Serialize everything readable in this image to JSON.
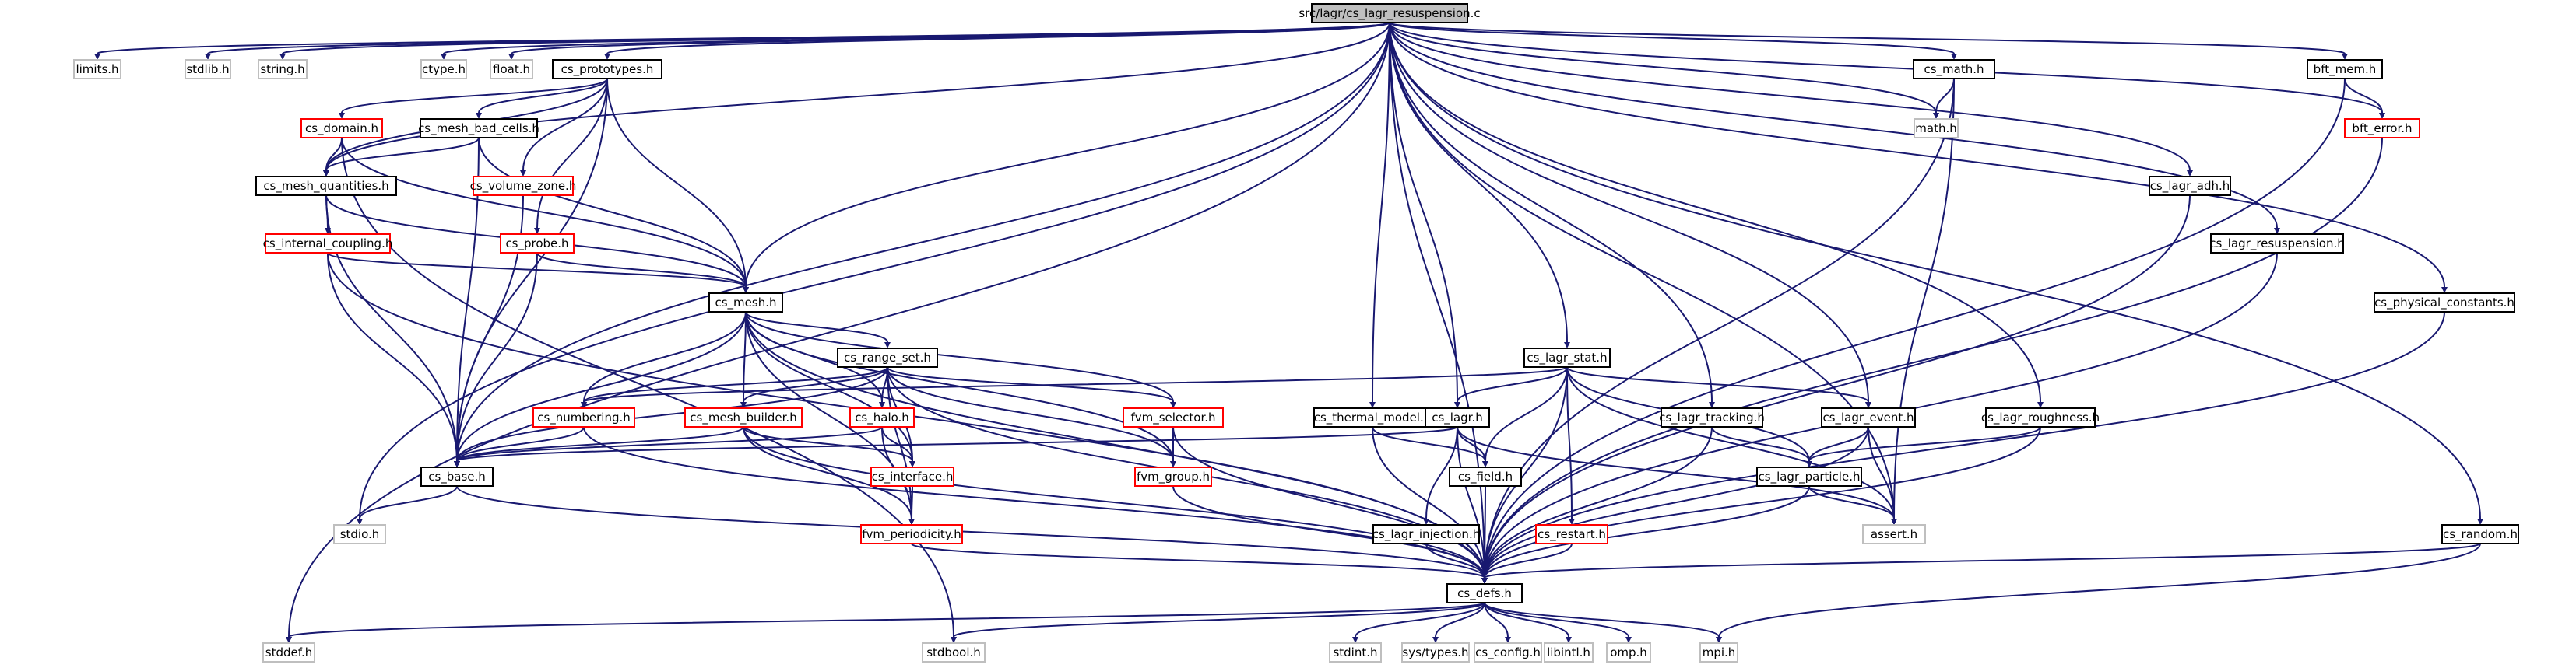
{
  "nodes": [
    {
      "id": "root",
      "label": "src/lagr/cs_lagr_resuspension.c",
      "style": "root"
    },
    {
      "id": "limits",
      "label": "limits.h",
      "style": "gray"
    },
    {
      "id": "stdlib",
      "label": "stdlib.h",
      "style": "gray"
    },
    {
      "id": "string",
      "label": "string.h",
      "style": "gray"
    },
    {
      "id": "ctype",
      "label": "ctype.h",
      "style": "gray"
    },
    {
      "id": "float",
      "label": "float.h",
      "style": "gray"
    },
    {
      "id": "prototypes",
      "label": "cs_prototypes.h",
      "style": "black"
    },
    {
      "id": "math",
      "label": "math.h",
      "style": "gray"
    },
    {
      "id": "csmath",
      "label": "cs_math.h",
      "style": "black"
    },
    {
      "id": "bftmem",
      "label": "bft_mem.h",
      "style": "black"
    },
    {
      "id": "bfterror",
      "label": "bft_error.h",
      "style": "red"
    },
    {
      "id": "domain",
      "label": "cs_domain.h",
      "style": "red"
    },
    {
      "id": "meshbad",
      "label": "cs_mesh_bad_cells.h",
      "style": "black"
    },
    {
      "id": "meshq",
      "label": "cs_mesh_quantities.h",
      "style": "black"
    },
    {
      "id": "volzone",
      "label": "cs_volume_zone.h",
      "style": "red"
    },
    {
      "id": "lagradh",
      "label": "cs_lagr_adh.h",
      "style": "black"
    },
    {
      "id": "lagrres",
      "label": "cs_lagr_resuspension.h",
      "style": "black"
    },
    {
      "id": "intcoup",
      "label": "cs_internal_coupling.h",
      "style": "red"
    },
    {
      "id": "probe",
      "label": "cs_probe.h",
      "style": "red"
    },
    {
      "id": "mesh",
      "label": "cs_mesh.h",
      "style": "black"
    },
    {
      "id": "physconst",
      "label": "cs_physical_constants.h",
      "style": "black"
    },
    {
      "id": "rangeset",
      "label": "cs_range_set.h",
      "style": "black"
    },
    {
      "id": "lagrstat",
      "label": "cs_lagr_stat.h",
      "style": "black"
    },
    {
      "id": "thermal",
      "label": "cs_thermal_model.h",
      "style": "black"
    },
    {
      "id": "numbering",
      "label": "cs_numbering.h",
      "style": "red"
    },
    {
      "id": "meshbuilder",
      "label": "cs_mesh_builder.h",
      "style": "red"
    },
    {
      "id": "halo",
      "label": "cs_halo.h",
      "style": "red"
    },
    {
      "id": "fvmsel",
      "label": "fvm_selector.h",
      "style": "red"
    },
    {
      "id": "lagr",
      "label": "cs_lagr.h",
      "style": "black"
    },
    {
      "id": "lagrtrack",
      "label": "cs_lagr_tracking.h",
      "style": "black"
    },
    {
      "id": "lagrevent",
      "label": "cs_lagr_event.h",
      "style": "black"
    },
    {
      "id": "lagrrough",
      "label": "cs_lagr_roughness.h",
      "style": "black"
    },
    {
      "id": "base",
      "label": "cs_base.h",
      "style": "black"
    },
    {
      "id": "interface",
      "label": "cs_interface.h",
      "style": "red"
    },
    {
      "id": "fvmgroup",
      "label": "fvm_group.h",
      "style": "red"
    },
    {
      "id": "field",
      "label": "cs_field.h",
      "style": "black"
    },
    {
      "id": "lagrpart",
      "label": "cs_lagr_particle.h",
      "style": "black"
    },
    {
      "id": "stdio",
      "label": "stdio.h",
      "style": "gray"
    },
    {
      "id": "fvmperio",
      "label": "fvm_periodicity.h",
      "style": "red"
    },
    {
      "id": "lagrinj",
      "label": "cs_lagr_injection.h",
      "style": "black"
    },
    {
      "id": "restart",
      "label": "cs_restart.h",
      "style": "red"
    },
    {
      "id": "assert",
      "label": "assert.h",
      "style": "gray"
    },
    {
      "id": "random",
      "label": "cs_random.h",
      "style": "black"
    },
    {
      "id": "defs",
      "label": "cs_defs.h",
      "style": "black"
    },
    {
      "id": "stddef",
      "label": "stddef.h",
      "style": "gray"
    },
    {
      "id": "stdbool",
      "label": "stdbool.h",
      "style": "gray"
    },
    {
      "id": "stdint",
      "label": "stdint.h",
      "style": "gray"
    },
    {
      "id": "systypes",
      "label": "sys/types.h",
      "style": "gray"
    },
    {
      "id": "csconfig",
      "label": "cs_config.h",
      "style": "gray"
    },
    {
      "id": "libintl",
      "label": "libintl.h",
      "style": "gray"
    },
    {
      "id": "omp",
      "label": "omp.h",
      "style": "gray"
    },
    {
      "id": "mpi",
      "label": "mpi.h",
      "style": "gray"
    }
  ],
  "edges": [
    [
      "root",
      "limits"
    ],
    [
      "root",
      "stdlib"
    ],
    [
      "root",
      "string"
    ],
    [
      "root",
      "ctype"
    ],
    [
      "root",
      "float"
    ],
    [
      "root",
      "prototypes"
    ],
    [
      "root",
      "math"
    ],
    [
      "root",
      "csmath"
    ],
    [
      "root",
      "bftmem"
    ],
    [
      "root",
      "bfterror"
    ],
    [
      "root",
      "meshq"
    ],
    [
      "root",
      "base"
    ],
    [
      "root",
      "mesh"
    ],
    [
      "root",
      "stdio"
    ],
    [
      "root",
      "stddef"
    ],
    [
      "root",
      "lagradh"
    ],
    [
      "root",
      "lagrres"
    ],
    [
      "root",
      "physconst"
    ],
    [
      "root",
      "lagrstat"
    ],
    [
      "root",
      "thermal"
    ],
    [
      "root",
      "lagr"
    ],
    [
      "root",
      "lagrtrack"
    ],
    [
      "root",
      "lagrevent"
    ],
    [
      "root",
      "lagrrough"
    ],
    [
      "root",
      "assert"
    ],
    [
      "root",
      "random"
    ],
    [
      "root",
      "defs"
    ],
    [
      "prototypes",
      "domain"
    ],
    [
      "prototypes",
      "meshbad"
    ],
    [
      "prototypes",
      "meshq"
    ],
    [
      "prototypes",
      "volzone"
    ],
    [
      "prototypes",
      "probe"
    ],
    [
      "prototypes",
      "mesh"
    ],
    [
      "prototypes",
      "base"
    ],
    [
      "csmath",
      "math"
    ],
    [
      "csmath",
      "assert"
    ],
    [
      "csmath",
      "defs"
    ],
    [
      "bftmem",
      "bfterror"
    ],
    [
      "bftmem",
      "defs"
    ],
    [
      "bfterror",
      "defs"
    ],
    [
      "domain",
      "meshq"
    ],
    [
      "domain",
      "mesh"
    ],
    [
      "domain",
      "stdbool"
    ],
    [
      "meshbad",
      "meshq"
    ],
    [
      "meshbad",
      "mesh"
    ],
    [
      "meshbad",
      "base"
    ],
    [
      "meshq",
      "intcoup"
    ],
    [
      "meshq",
      "mesh"
    ],
    [
      "meshq",
      "base"
    ],
    [
      "volzone",
      "base"
    ],
    [
      "lagradh",
      "defs"
    ],
    [
      "lagrres",
      "defs"
    ],
    [
      "physconst",
      "defs"
    ],
    [
      "intcoup",
      "mesh"
    ],
    [
      "intcoup",
      "base"
    ],
    [
      "intcoup",
      "defs"
    ],
    [
      "probe",
      "mesh"
    ],
    [
      "probe",
      "base"
    ],
    [
      "mesh",
      "rangeset"
    ],
    [
      "mesh",
      "numbering"
    ],
    [
      "mesh",
      "meshbuilder"
    ],
    [
      "mesh",
      "halo"
    ],
    [
      "mesh",
      "fvmsel"
    ],
    [
      "mesh",
      "interface"
    ],
    [
      "mesh",
      "fvmgroup"
    ],
    [
      "mesh",
      "fvmperio"
    ],
    [
      "mesh",
      "base"
    ],
    [
      "mesh",
      "defs"
    ],
    [
      "rangeset",
      "numbering"
    ],
    [
      "rangeset",
      "meshbuilder"
    ],
    [
      "rangeset",
      "halo"
    ],
    [
      "rangeset",
      "fvmsel"
    ],
    [
      "rangeset",
      "interface"
    ],
    [
      "rangeset",
      "fvmgroup"
    ],
    [
      "rangeset",
      "fvmperio"
    ],
    [
      "rangeset",
      "base"
    ],
    [
      "rangeset",
      "defs"
    ],
    [
      "lagrstat",
      "numbering"
    ],
    [
      "lagrstat",
      "lagr"
    ],
    [
      "lagrstat",
      "field"
    ],
    [
      "lagrstat",
      "restart"
    ],
    [
      "lagrstat",
      "lagrevent"
    ],
    [
      "lagrstat",
      "lagrpart"
    ],
    [
      "lagrstat",
      "assert"
    ],
    [
      "lagrstat",
      "defs"
    ],
    [
      "thermal",
      "field"
    ],
    [
      "thermal",
      "defs"
    ],
    [
      "numbering",
      "base"
    ],
    [
      "numbering",
      "defs"
    ],
    [
      "meshbuilder",
      "interface"
    ],
    [
      "meshbuilder",
      "fvmperio"
    ],
    [
      "meshbuilder",
      "base"
    ],
    [
      "meshbuilder",
      "defs"
    ],
    [
      "halo",
      "interface"
    ],
    [
      "halo",
      "fvmperio"
    ],
    [
      "halo",
      "base"
    ],
    [
      "fvmsel",
      "fvmgroup"
    ],
    [
      "fvmsel",
      "defs"
    ],
    [
      "lagr",
      "base"
    ],
    [
      "lagr",
      "field"
    ],
    [
      "lagr",
      "lagrinj"
    ],
    [
      "lagr",
      "assert"
    ],
    [
      "lagr",
      "defs"
    ],
    [
      "lagrtrack",
      "lagrpart"
    ],
    [
      "lagrtrack",
      "defs"
    ],
    [
      "lagrevent",
      "lagrpart"
    ],
    [
      "lagrevent",
      "assert"
    ],
    [
      "lagrevent",
      "defs"
    ],
    [
      "lagrrough",
      "lagrpart"
    ],
    [
      "lagrrough",
      "defs"
    ],
    [
      "base",
      "stdio"
    ],
    [
      "base",
      "defs"
    ],
    [
      "interface",
      "fvmperio"
    ],
    [
      "fvmgroup",
      "defs"
    ],
    [
      "field",
      "defs"
    ],
    [
      "lagrpart",
      "assert"
    ],
    [
      "lagrpart",
      "defs"
    ],
    [
      "fvmperio",
      "defs"
    ],
    [
      "lagrinj",
      "defs"
    ],
    [
      "restart",
      "defs"
    ],
    [
      "random",
      "defs"
    ],
    [
      "random",
      "mpi"
    ],
    [
      "defs",
      "stddef"
    ],
    [
      "defs",
      "stdbool"
    ],
    [
      "defs",
      "stdint"
    ],
    [
      "defs",
      "systypes"
    ],
    [
      "defs",
      "csconfig"
    ],
    [
      "defs",
      "libintl"
    ],
    [
      "defs",
      "omp"
    ],
    [
      "defs",
      "mpi"
    ]
  ]
}
